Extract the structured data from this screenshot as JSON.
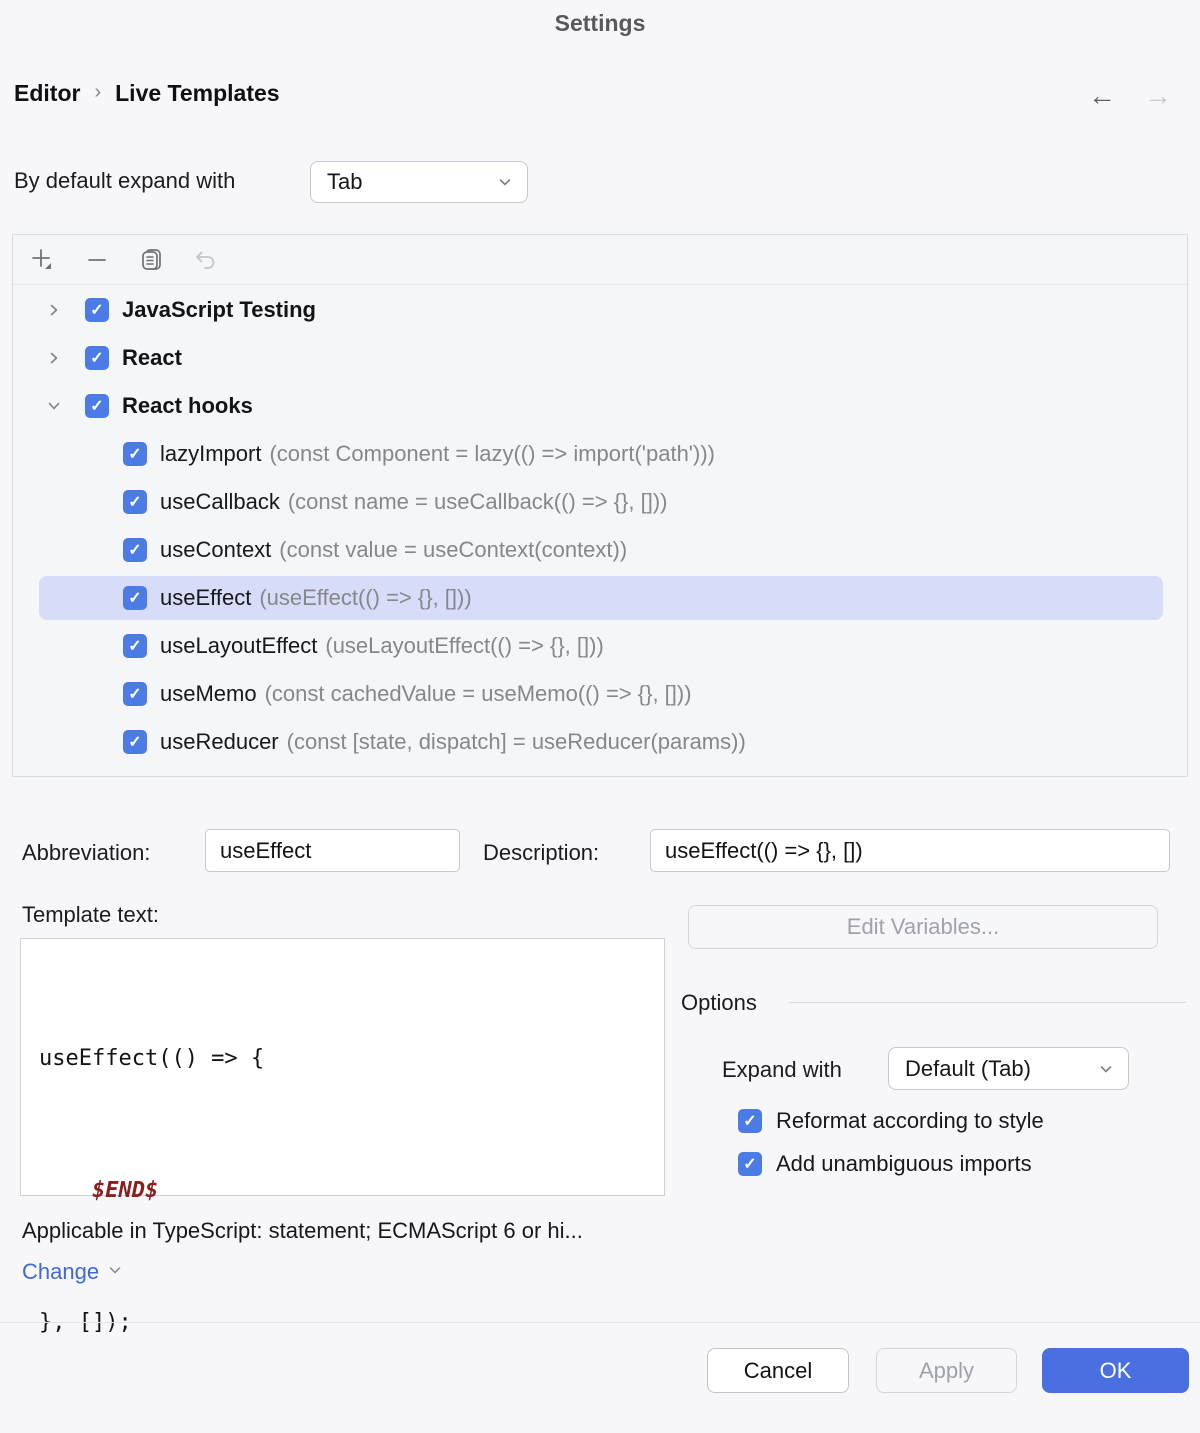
{
  "window": {
    "title": "Settings"
  },
  "breadcrumb": {
    "first": "Editor",
    "separator": "›",
    "second": "Live Templates"
  },
  "nav": {
    "back_icon": "←",
    "forward_icon": "→"
  },
  "default_expand": {
    "label": "By default expand with",
    "value": "Tab"
  },
  "toolbar": {
    "add": "add-template",
    "remove": "remove-template",
    "duplicate": "duplicate-template",
    "undo": "restore-defaults"
  },
  "tree": {
    "groups": [
      {
        "label": "JavaScript Testing",
        "expanded": false,
        "checked": true
      },
      {
        "label": "React",
        "expanded": false,
        "checked": true
      },
      {
        "label": "React hooks",
        "expanded": true,
        "checked": true
      }
    ],
    "items": [
      {
        "name": "lazyImport",
        "desc": "(const Component = lazy(() => import('path')))",
        "checked": true,
        "selected": false
      },
      {
        "name": "useCallback",
        "desc": "(const name = useCallback(() => {}, []))",
        "checked": true,
        "selected": false
      },
      {
        "name": "useContext",
        "desc": "(const value = useContext(context))",
        "checked": true,
        "selected": false
      },
      {
        "name": "useEffect",
        "desc": "(useEffect(() => {}, []))",
        "checked": true,
        "selected": true
      },
      {
        "name": "useLayoutEffect",
        "desc": "(useLayoutEffect(() => {}, []))",
        "checked": true,
        "selected": false
      },
      {
        "name": "useMemo",
        "desc": "(const cachedValue = useMemo(() => {}, []))",
        "checked": true,
        "selected": false
      },
      {
        "name": "useReducer",
        "desc": "(const [state, dispatch] = useReducer(params))",
        "checked": true,
        "selected": false
      }
    ],
    "checkmark": "✓"
  },
  "form": {
    "abbreviation_label": "Abbreviation:",
    "abbreviation_value": "useEffect",
    "description_label": "Description:",
    "description_value": "useEffect(() => {}, [])",
    "template_label": "Template text:",
    "template_text": {
      "line1": "useEffect(() => {",
      "line2_indent": "    ",
      "line2_variable": "$END$",
      "line3": "}, []);"
    }
  },
  "right_panel": {
    "edit_variables_label": "Edit Variables...",
    "options_header": "Options",
    "expand_with_label": "Expand with",
    "expand_with_value": "Default (Tab)",
    "checkbox1_label": "Reformat according to style",
    "checkbox2_label": "Add unambiguous imports"
  },
  "applicable": {
    "text": "Applicable in TypeScript: statement; ECMAScript 6 or hi...",
    "change_label": "Change"
  },
  "footer": {
    "cancel_label": "Cancel",
    "apply_label": "Apply",
    "ok_label": "OK"
  },
  "colors": {
    "accent_checkbox": "#4d7be5",
    "selection_row": "#d7ddf8",
    "primary_button": "#4a6fe0",
    "template_variable": "#8a1f1b",
    "link": "#3f68d9"
  }
}
